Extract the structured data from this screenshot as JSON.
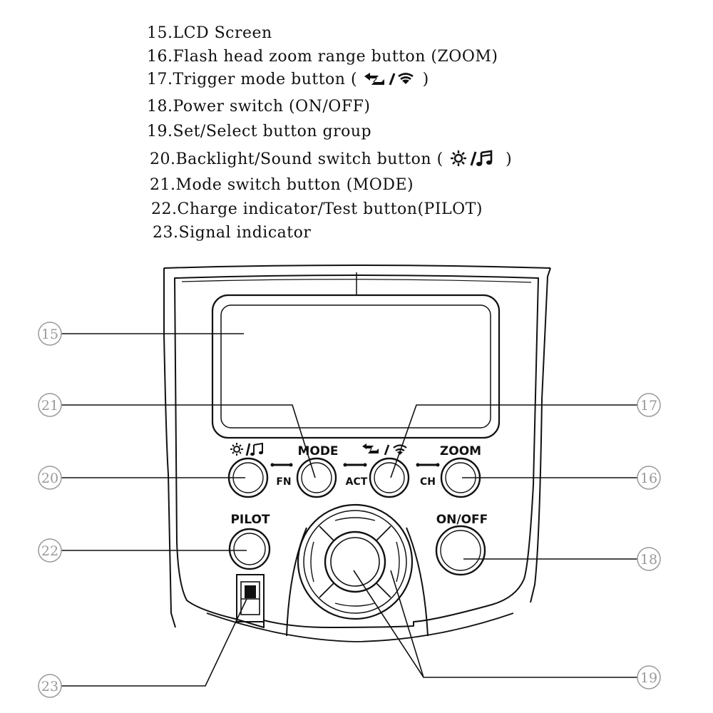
{
  "legend": [
    {
      "num": "15.",
      "text": "LCD Screen"
    },
    {
      "num": "16.",
      "text": "Flash head zoom range button (ZOOM)"
    },
    {
      "num": "17.",
      "text": "Trigger mode button (",
      "text_after": ")"
    },
    {
      "num": "18.",
      "text": "Power switch (ON/OFF)"
    },
    {
      "num": "19.",
      "text": "Set/Select button group"
    },
    {
      "num": "20.",
      "text": "Backlight/Sound switch button (",
      "text_after": ")"
    },
    {
      "num": "21.",
      "text": "Mode switch button (MODE)"
    },
    {
      "num": "22.",
      "text": "Charge indicator/Test button(PILOT)"
    },
    {
      "num": "23.",
      "text": "Signal indicator"
    }
  ],
  "callouts": [
    "15",
    "21",
    "17",
    "20",
    "16",
    "22",
    "18",
    "23",
    "19"
  ],
  "buttons": {
    "mode": "MODE",
    "zoom": "ZOOM",
    "pilot": "PILOT",
    "onoff": "ON/OFF",
    "fn": "FN",
    "act": "ACT",
    "ch": "CH"
  },
  "icons": {
    "backlight_sound": "sun-music-icon",
    "trigger_mode": "wireless-trigger-icon"
  },
  "colors": {
    "line": "#111111",
    "callout": "#9a9a9a",
    "background": "#ffffff"
  }
}
